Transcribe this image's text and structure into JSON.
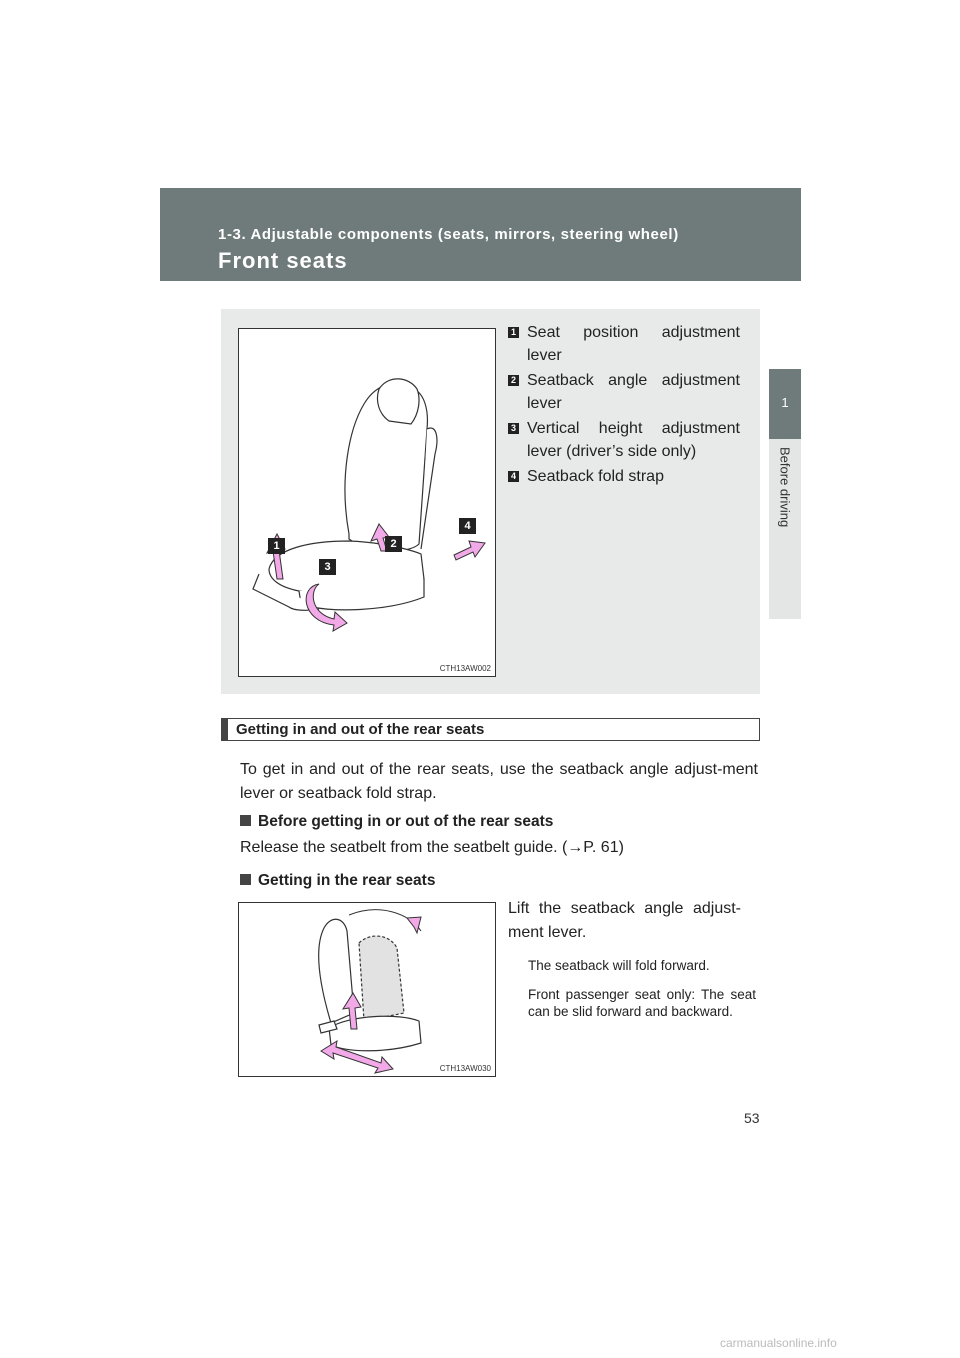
{
  "header": {
    "section": "1-3. Adjustable components (seats, mirrors, steering wheel)",
    "title": "Front seats"
  },
  "sidetab": {
    "number": "1",
    "label": "Before driving"
  },
  "figure1": {
    "code": "CTH13AW002",
    "callouts": [
      "1",
      "2",
      "3",
      "4"
    ],
    "legend": [
      {
        "num": "1",
        "text": "Seat position adjustment lever"
      },
      {
        "num": "2",
        "text": "Seatback angle adjustment lever"
      },
      {
        "num": "3",
        "text": "Vertical height adjustment lever (driver’s side only)"
      },
      {
        "num": "4",
        "text": "Seatback fold strap"
      }
    ]
  },
  "section": {
    "heading": "Getting in and out of the rear seats",
    "intro": "To get in and out of the rear seats, use the seatback angle adjust-ment lever or seatback fold strap.",
    "sub1": {
      "title": "Before getting in or out of the rear seats",
      "text": "Release the seatbelt from the seatbelt guide. (→P. 61)"
    },
    "sub2": {
      "title": "Getting in the rear seats",
      "instruction": "Lift the seatback angle adjust-ment lever.",
      "note1": "The seatback will fold forward.",
      "note2": "Front passenger seat only: The seat can be slid forward and backward."
    }
  },
  "figure2": {
    "code": "CTH13AW030"
  },
  "page_number": "53",
  "watermark": "carmanualsonline.info",
  "colors": {
    "header": "#6f7a7b",
    "panel": "#e8eaea",
    "arrow": "#f2a9e8"
  }
}
